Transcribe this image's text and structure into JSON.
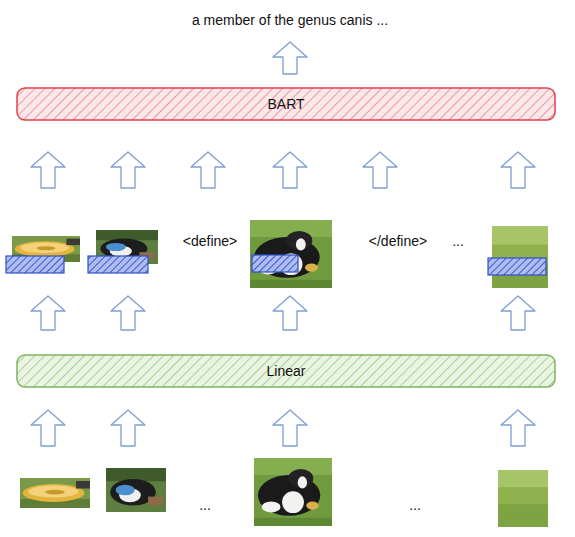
{
  "diagram": {
    "nodes": [
      {
        "text": [
          "BART"
        ]
      },
      {
        "text": [
          "Linear"
        ]
      }
    ],
    "labels": [
      "a member of the genus canis ...",
      "<define>",
      "</define>",
      "...",
      "...",
      "..."
    ]
  }
}
